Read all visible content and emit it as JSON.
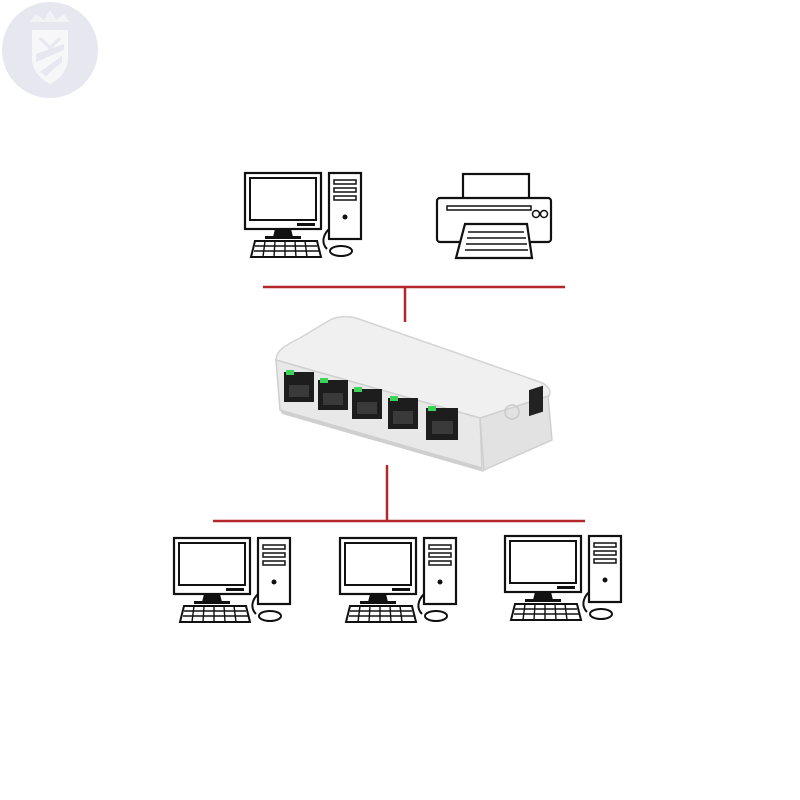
{
  "diagram": {
    "title": "",
    "top_devices": [
      {
        "kind": "desktop-computer",
        "icon": "desktop-computer-icon"
      },
      {
        "kind": "printer",
        "icon": "printer-icon"
      }
    ],
    "center_device": {
      "kind": "network-switch",
      "ports": 5,
      "icon": "network-switch-icon"
    },
    "bottom_devices": [
      {
        "kind": "desktop-computer",
        "icon": "desktop-computer-icon"
      },
      {
        "kind": "desktop-computer",
        "icon": "desktop-computer-icon"
      },
      {
        "kind": "desktop-computer",
        "icon": "desktop-computer-icon"
      }
    ],
    "watermark": {
      "icon": "crest-watermark-icon"
    }
  },
  "colors": {
    "connection_line": "#b3262a",
    "port_led": "#3bd35a",
    "switch_body": "#ededed",
    "outline": "#111111",
    "watermark": "#e6e7ef"
  }
}
